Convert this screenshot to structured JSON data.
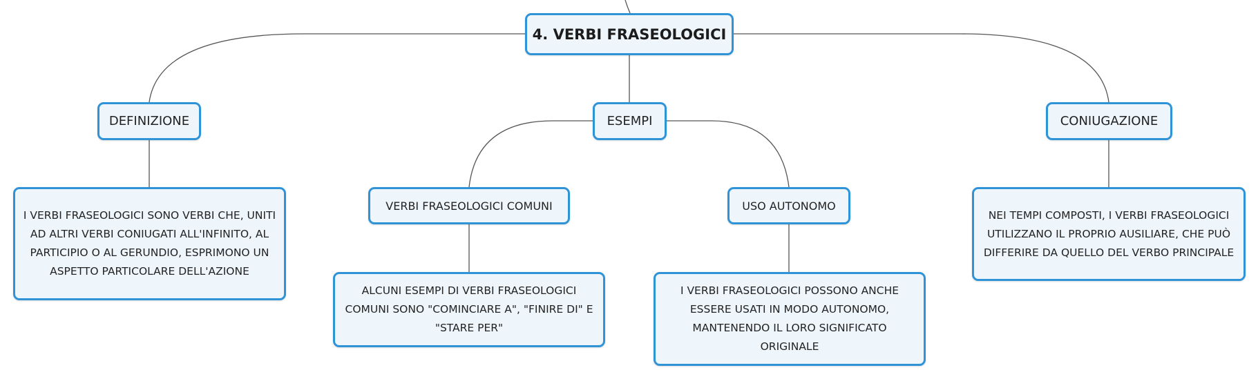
{
  "diagram": {
    "root": "4. VERBI FRASEOLOGICI",
    "branches": [
      {
        "label": "DEFINIZIONE",
        "text": "I VERBI FRASEOLOGICI SONO VERBI CHE, UNITI AD ALTRI VERBI CONIUGATI ALL'INFINITO, AL PARTICIPIO O AL GERUNDIO, ESPRIMONO UN ASPETTO PARTICOLARE DELL'AZIONE"
      },
      {
        "label": "ESEMPI",
        "children": [
          {
            "label": "VERBI FRASEOLOGICI COMUNI",
            "text": "ALCUNI ESEMPI DI VERBI FRASEOLOGICI COMUNI SONO \"COMINCIARE A\", \"FINIRE DI\" E \"STARE PER\""
          },
          {
            "label": "USO AUTONOMO",
            "text": "I VERBI FRASEOLOGICI POSSONO ANCHE ESSERE USATI IN MODO AUTONOMO, MANTENENDO IL LORO SIGNIFICATO ORIGINALE"
          }
        ]
      },
      {
        "label": "CONIUGAZIONE",
        "text": "NEI TEMPI COMPOSTI, I VERBI FRASEOLOGICI UTILIZZANO IL PROPRIO AUSILIARE, CHE PUÒ DIFFERIRE DA QUELLO DEL VERBO PRINCIPALE"
      }
    ],
    "colors": {
      "node_border": "#2f93d8",
      "node_fill": "#eef6fc",
      "connector": "#555555"
    }
  }
}
